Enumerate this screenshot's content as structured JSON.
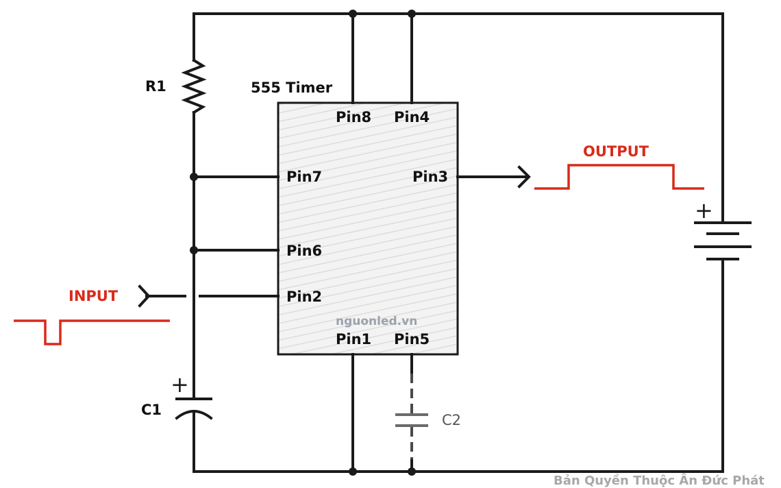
{
  "chip": {
    "title": "555 Timer",
    "pins": {
      "pin8": "Pin8",
      "pin4": "Pin4",
      "pin7": "Pin7",
      "pin3": "Pin3",
      "pin6": "Pin6",
      "pin2": "Pin2",
      "pin1": "Pin1",
      "pin5": "Pin5"
    },
    "watermark": "nguonled.vn"
  },
  "components": {
    "r1": "R1",
    "c1": "C1",
    "c2": "C2",
    "battery_plus": "+",
    "c1_plus": "+"
  },
  "signals": {
    "input": "INPUT",
    "output": "OUTPUT"
  },
  "copyright": "Bản Quyền Thuộc Ân Đức Phát",
  "colors": {
    "wire": "#1a1a1a",
    "signal": "#d92a1a",
    "chip_fill": "#f2f2f2"
  }
}
